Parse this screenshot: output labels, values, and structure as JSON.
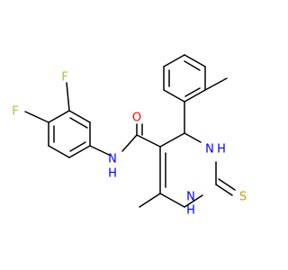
{
  "molecule": {
    "atoms": {
      "f_top": "F",
      "f_left": "F",
      "o_carbonyl": "O",
      "n_amide": "N",
      "h_amide": "H",
      "n_ring_upper": "N",
      "h_ring_upper": "H",
      "n_ring_lower": "N",
      "h_ring_lower": "H",
      "s_thione": "S"
    },
    "colors": {
      "bond": "#000000",
      "fluorine": "#9ACD32",
      "oxygen": "#FF0000",
      "nitrogen": "#0000FF",
      "sulfur": "#C8A000"
    }
  }
}
